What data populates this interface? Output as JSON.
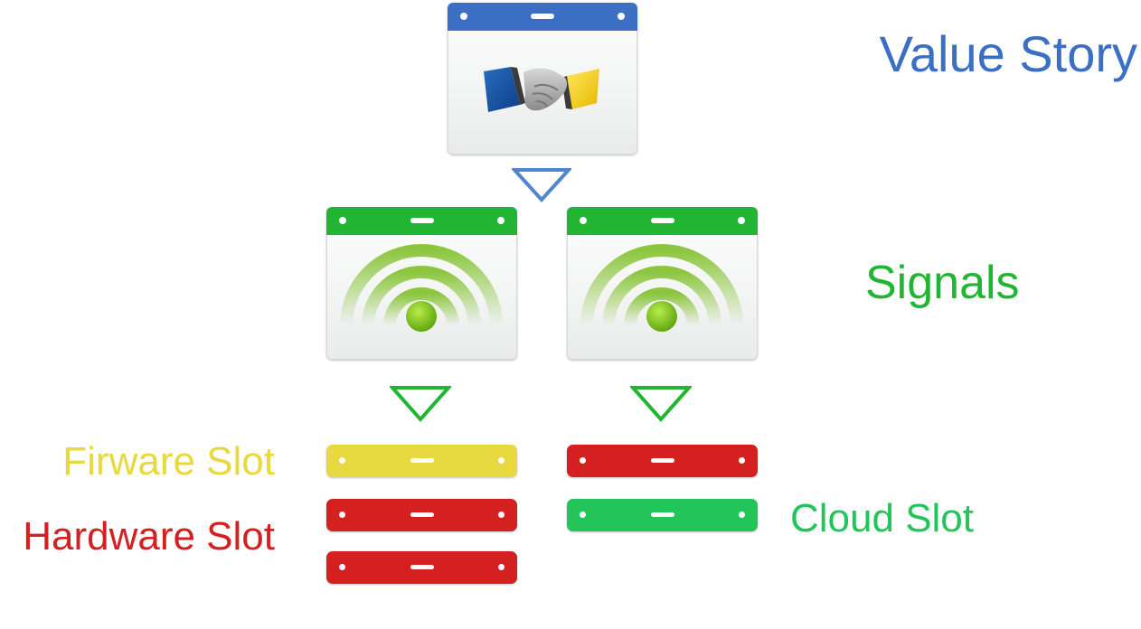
{
  "labels": {
    "value_story": "Value Story",
    "signals": "Signals",
    "firmware_slot": "Firware Slot",
    "hardware_slot": "Hardware Slot",
    "cloud_slot": "Cloud Slot"
  },
  "icons": {
    "value_card": "handshake-icon",
    "signal_card": "wifi-signal-icon",
    "connector": "triangle-down-arrow-icon"
  },
  "colors": {
    "blue": "#3a6fc4",
    "green": "#22b534",
    "yellow": "#e8d941",
    "red": "#d42020",
    "cloud_green": "#23c45a",
    "signal_ball": "#7ec21f"
  }
}
